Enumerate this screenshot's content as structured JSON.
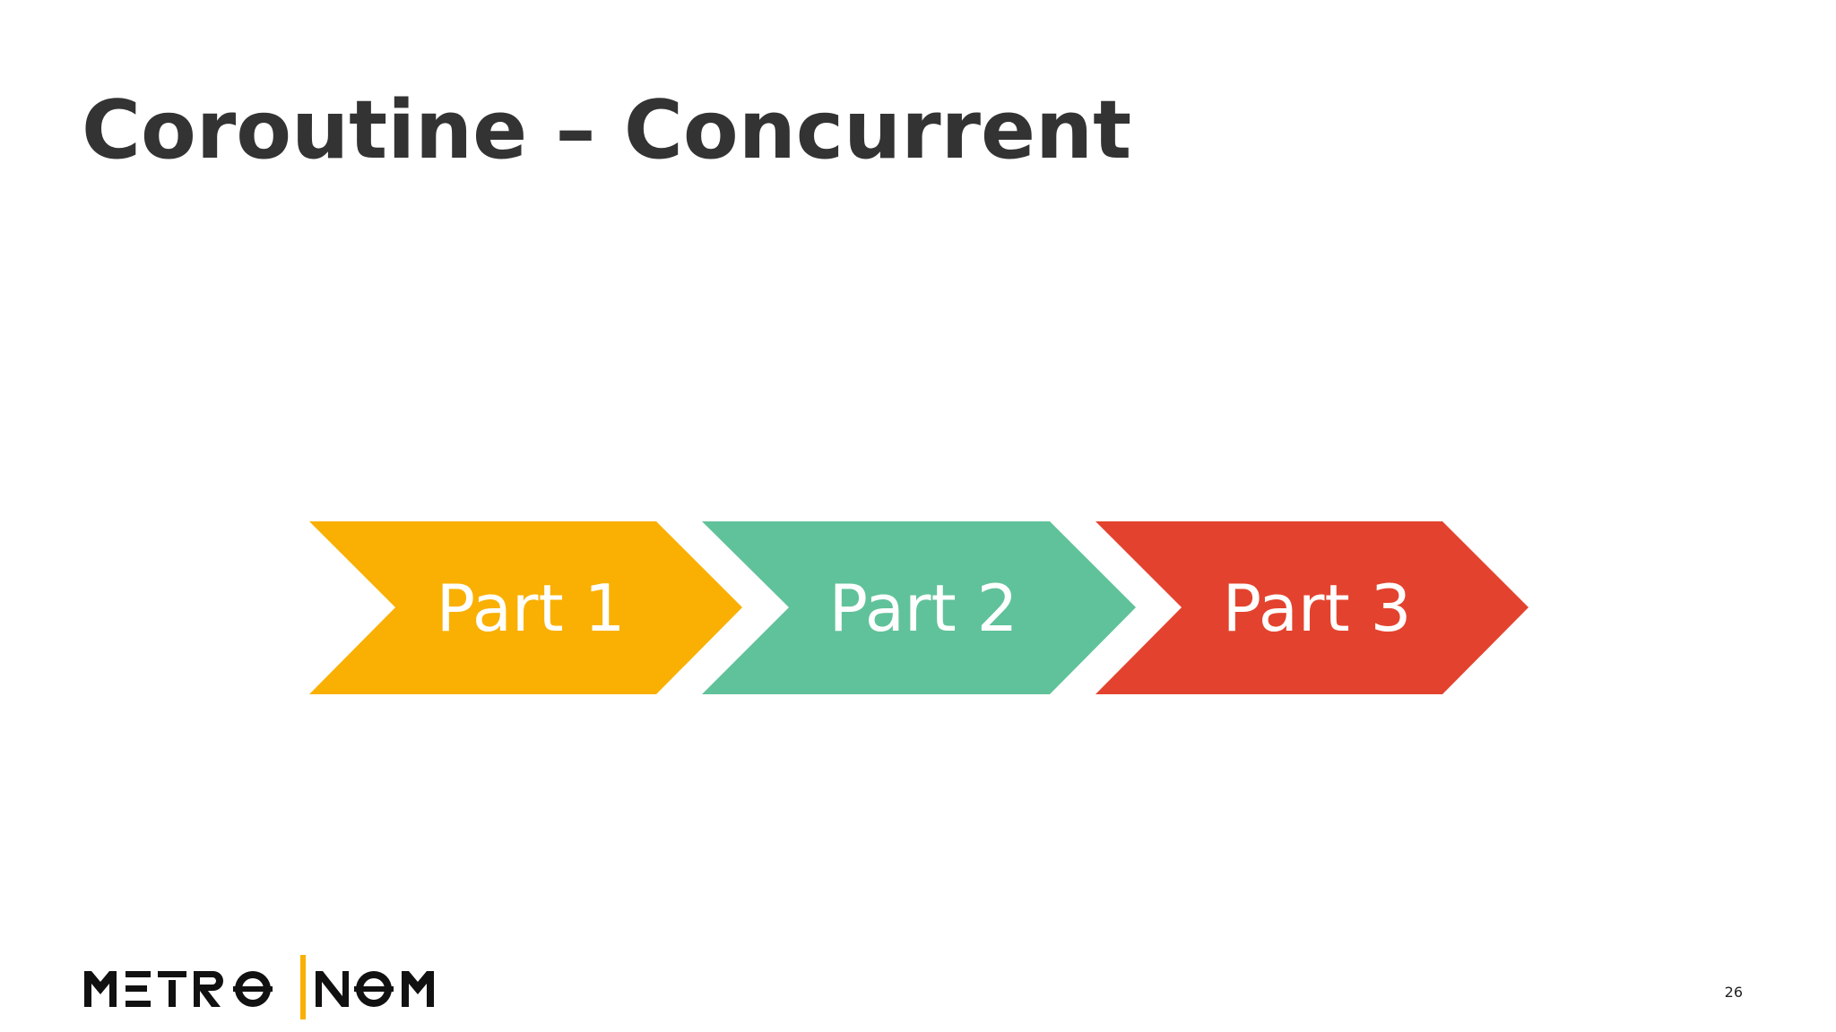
{
  "slide": {
    "title": "Coroutine – Concurrent",
    "page_number": "26"
  },
  "process": {
    "steps": [
      {
        "label": "Part 1",
        "color": "#F9B003"
      },
      {
        "label": "Part 2",
        "color": "#60C29A"
      },
      {
        "label": "Part 3",
        "color": "#E3432E"
      }
    ]
  },
  "logo": {
    "text": "METRONOM",
    "left_text": "METRO",
    "right_text": "NOM",
    "divider_color": "#F9B003"
  }
}
